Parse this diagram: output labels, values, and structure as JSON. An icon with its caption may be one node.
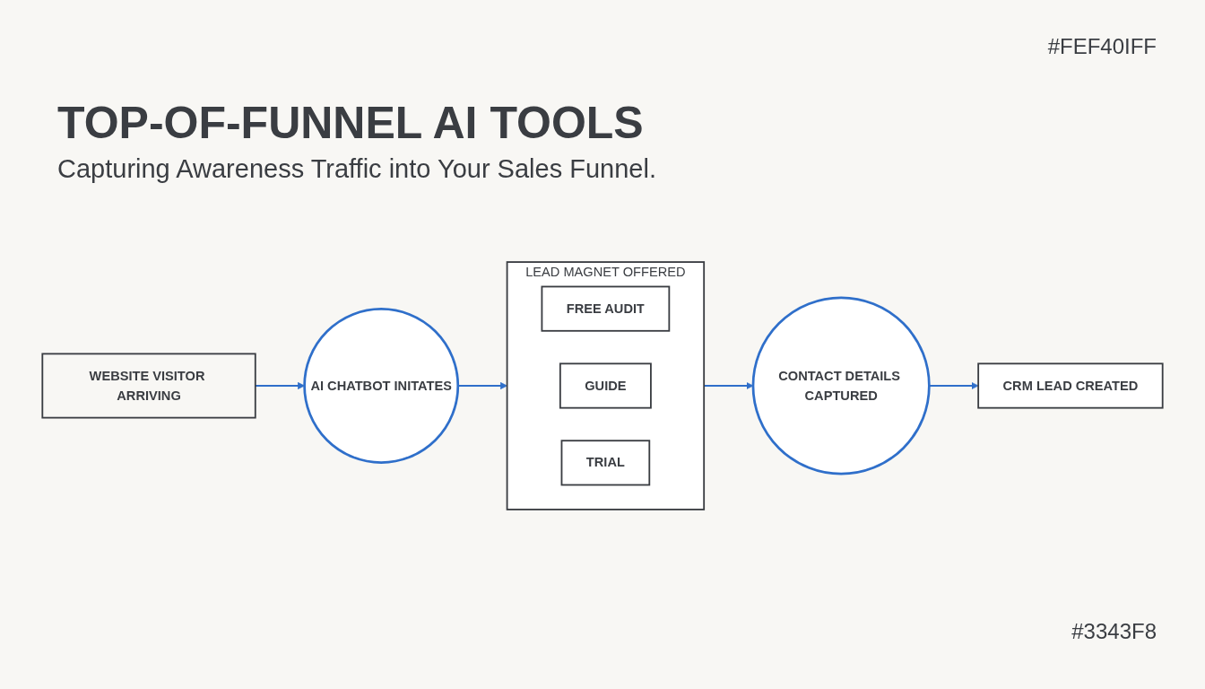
{
  "diagram": {
    "title": "TOP-OF-FUNNEL AI TOOLS",
    "nodes": [
      {
        "text": [
          "WEBSITE VISITOR ARRIVING"
        ]
      },
      {
        "text": [
          "AI CHATBOT INITATES"
        ]
      },
      {
        "text": [
          "LEAD MAGNET OFFERED"
        ]
      },
      {
        "text": [
          "FREE AUDIT"
        ],
        "in": 2
      },
      {
        "text": [
          "GUIDE"
        ],
        "in": 2
      },
      {
        "text": [
          "TRIAL"
        ],
        "in": 2
      },
      {
        "text": [
          "CONTACT DETAILS CAPTURED"
        ]
      },
      {
        "text": [
          "CRM LEAD CREATED"
        ]
      }
    ],
    "edges": [
      {
        "from": 0,
        "to": 1,
        "arrow": "to"
      },
      {
        "from": 1,
        "to": 2,
        "arrow": "to"
      },
      {
        "from": 2,
        "to": 6,
        "arrow": "to"
      },
      {
        "from": 6,
        "to": 7,
        "arrow": "to"
      }
    ],
    "labels": [
      "#FEF40IFF",
      "Capturing Awareness Traffic into Your Sales Funnel.",
      "#3343F8"
    ]
  }
}
